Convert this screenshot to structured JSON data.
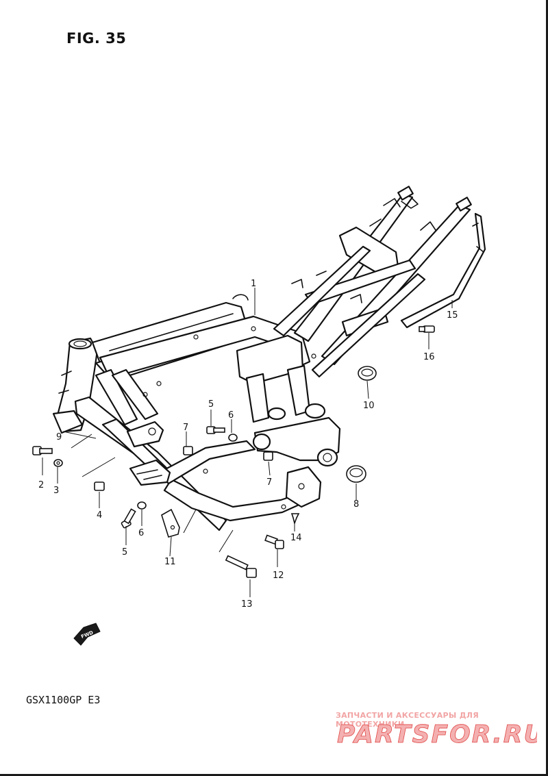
{
  "figure_title": "FIG. 35",
  "model_code": "GSX1100GP  E3",
  "fwd_label": "FWD",
  "callouts": [
    "1",
    "2",
    "3",
    "4",
    "5",
    "6",
    "7",
    "8",
    "9",
    "10",
    "11",
    "12",
    "13",
    "14",
    "15",
    "16",
    "5",
    "6",
    "7"
  ],
  "watermark": {
    "caption": "ЗАПЧАСТИ И АКСЕССУАРЫ ДЛЯ МОТОТЕХНИКИ",
    "logo": "PARTSFOR.RU",
    "color": "#e14848"
  }
}
